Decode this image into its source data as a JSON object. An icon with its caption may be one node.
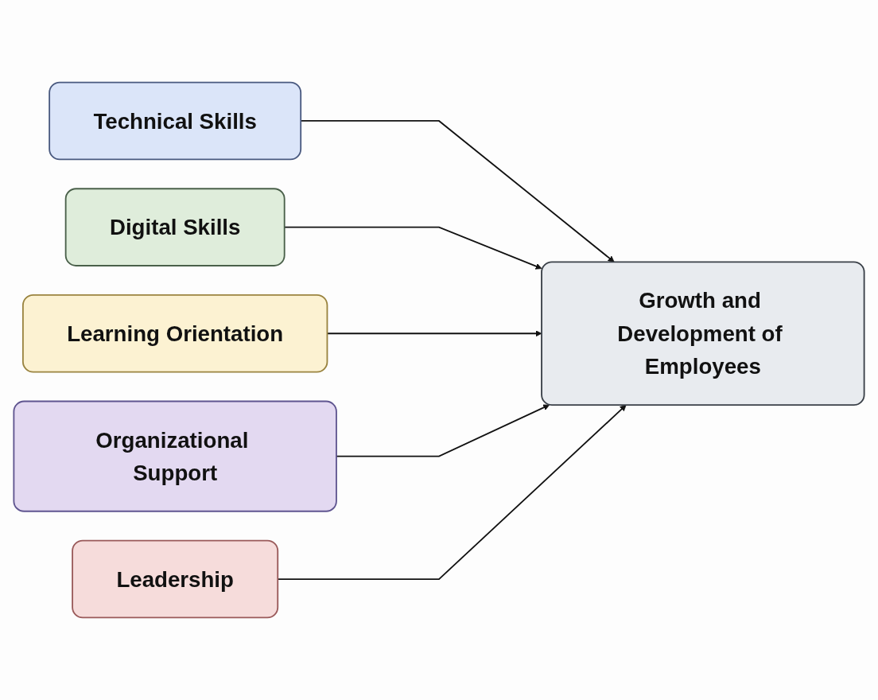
{
  "diagram": {
    "nodes": [
      {
        "text": [
          "Technical Skills"
        ]
      },
      {
        "text": [
          "Digital Skills"
        ]
      },
      {
        "text": [
          "Learning Orientation"
        ]
      },
      {
        "text": [
          "Organizational Support"
        ]
      },
      {
        "text": [
          "Leadership"
        ]
      },
      {
        "text": [
          "Growth and Development of Employees"
        ]
      }
    ],
    "edges": [
      {
        "from": 0,
        "to": 5,
        "arrow": "to"
      },
      {
        "from": 1,
        "to": 5,
        "arrow": "to"
      },
      {
        "from": 2,
        "to": 5,
        "arrow": "to"
      },
      {
        "from": 3,
        "to": 5,
        "arrow": "to"
      },
      {
        "from": 4,
        "to": 5,
        "arrow": "to"
      }
    ]
  }
}
